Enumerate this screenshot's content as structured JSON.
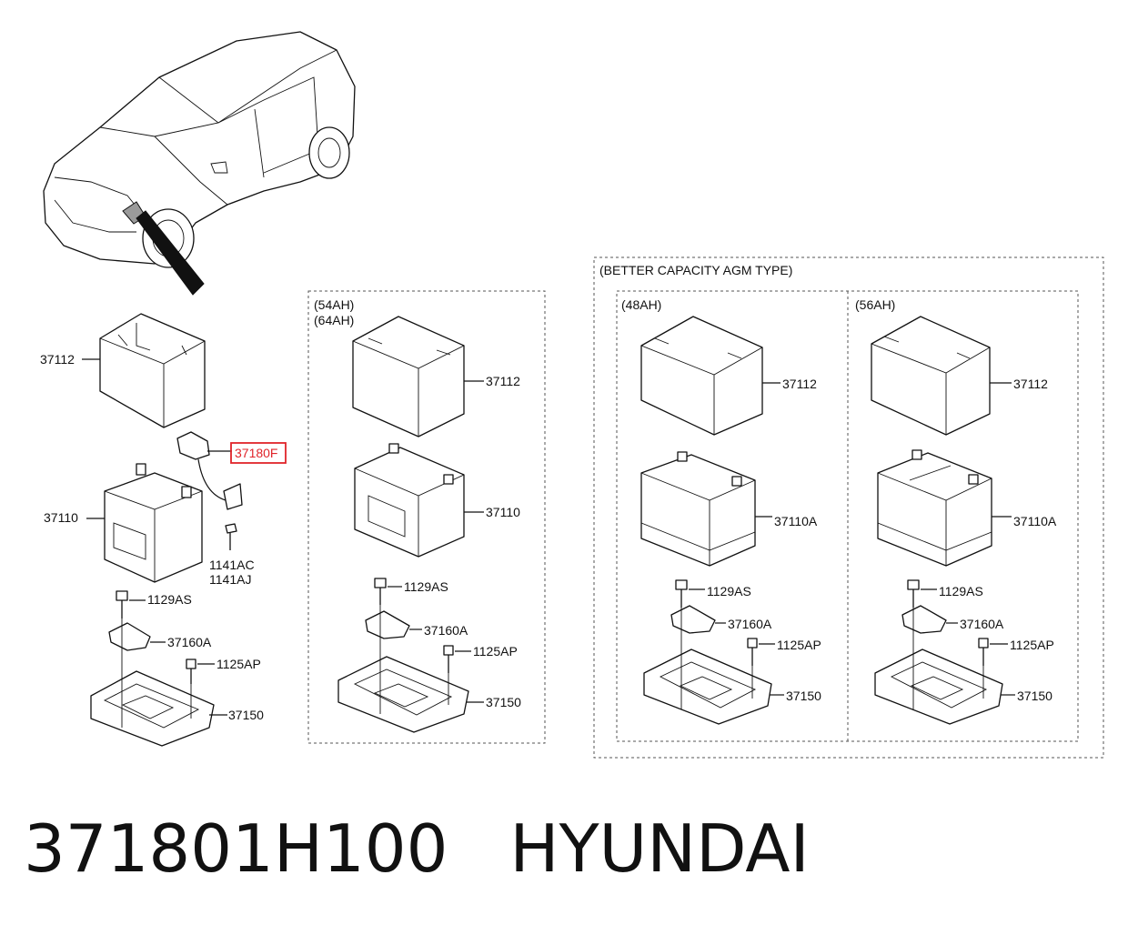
{
  "labels": {
    "top_left": {
      "p37112": "37112",
      "p37180f": "37180F",
      "p37110": "37110",
      "p1141ac": "1141AC",
      "p1141aj": "1141AJ",
      "p1129as": "1129AS",
      "p37160a": "37160A",
      "p1125ap": "1125AP",
      "p37150": "37150"
    },
    "mid_box": {
      "title1": "(54AH)",
      "title2": "(64AH)",
      "p37112": "37112",
      "p37110": "37110",
      "p1129as": "1129AS",
      "p37160a": "37160A",
      "p1125ap": "1125AP",
      "p37150": "37150"
    },
    "agm_box": {
      "title": "(BETTER CAPACITY AGM TYPE)",
      "sub_48": {
        "title": "(48AH)",
        "p37112": "37112",
        "p37110a": "37110A",
        "p1129as": "1129AS",
        "p37160a": "37160A",
        "p1125ap": "1125AP",
        "p37150": "37150"
      },
      "sub_56": {
        "title": "(56AH)",
        "p37112": "37112",
        "p37110a": "37110A",
        "p1129as": "1129AS",
        "p37160a": "37160A",
        "p1125ap": "1125AP",
        "p37150": "37150"
      }
    }
  },
  "highlight_color": "#e0242a",
  "caption": {
    "part_number": "371801H100",
    "brand": "HYUNDAI"
  }
}
